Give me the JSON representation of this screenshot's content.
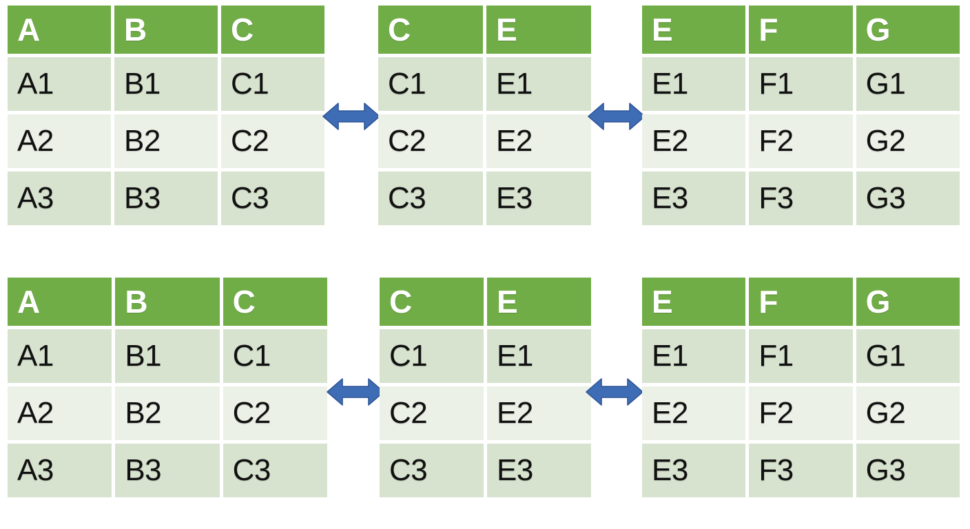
{
  "diagram": {
    "title": "Table relationship / join diagram",
    "colors": {
      "header_green": "#70AD47",
      "row_band_dark": "#D7E3CF",
      "row_band_light": "#EBF1E7",
      "arrow_fill": "#3E6DB5",
      "arrow_stroke": "#2F5597",
      "header_text": "#FFFFFF",
      "body_text": "#111111",
      "background": "#FFFFFF"
    },
    "arrow_icon_name": "double-headed-arrow-icon",
    "arrow_direction": "left-right",
    "rows": [
      {
        "name": "top-group",
        "tables": [
          {
            "name": "table-abc",
            "headers": [
              "A",
              "B",
              "C"
            ],
            "rows": [
              [
                "A1",
                "B1",
                "C1"
              ],
              [
                "A2",
                "B2",
                "C2"
              ],
              [
                "A3",
                "B3",
                "C3"
              ]
            ]
          },
          {
            "name": "table-ce",
            "headers": [
              "C",
              "E"
            ],
            "rows": [
              [
                "C1",
                "E1"
              ],
              [
                "C2",
                "E2"
              ],
              [
                "C3",
                "E3"
              ]
            ]
          },
          {
            "name": "table-efg",
            "headers": [
              "E",
              "F",
              "G"
            ],
            "rows": [
              [
                "E1",
                "F1",
                "G1"
              ],
              [
                "E2",
                "F2",
                "G2"
              ],
              [
                "E3",
                "F3",
                "G3"
              ]
            ]
          }
        ],
        "connectors": [
          "double-headed-arrow",
          "double-headed-arrow"
        ]
      },
      {
        "name": "bottom-group",
        "tables": [
          {
            "name": "table-abc",
            "headers": [
              "A",
              "B",
              "C"
            ],
            "rows": [
              [
                "A1",
                "B1",
                "C1"
              ],
              [
                "A2",
                "B2",
                "C2"
              ],
              [
                "A3",
                "B3",
                "C3"
              ]
            ]
          },
          {
            "name": "table-ce",
            "headers": [
              "C",
              "E"
            ],
            "rows": [
              [
                "C1",
                "E1"
              ],
              [
                "C2",
                "E2"
              ],
              [
                "C3",
                "E3"
              ]
            ]
          },
          {
            "name": "table-efg",
            "headers": [
              "E",
              "F",
              "G"
            ],
            "rows": [
              [
                "E1",
                "F1",
                "G1"
              ],
              [
                "E2",
                "F2",
                "G2"
              ],
              [
                "E3",
                "F3",
                "G3"
              ]
            ]
          }
        ],
        "connectors": [
          "double-headed-arrow",
          "double-headed-arrow"
        ]
      }
    ]
  }
}
